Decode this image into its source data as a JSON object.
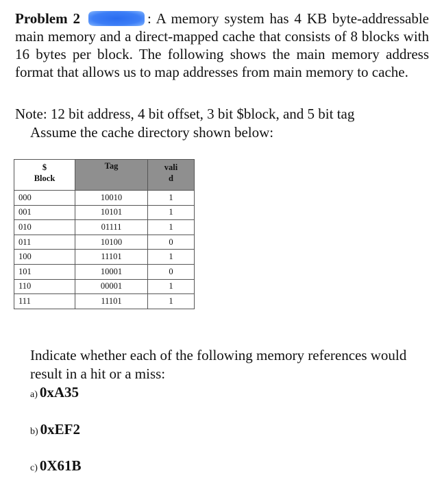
{
  "problem": {
    "label": "Problem 2",
    "text": ": A memory system has 4 KB byte-addressable main memory and a direct-mapped cache that consists of 8 blocks with 16 bytes per block. The following shows the main memory address format that allows us to map addresses from main memory to cache."
  },
  "note": "Note:  12 bit address, 4 bit offset, 3 bit $block, and 5 bit tag",
  "assume": "Assume the cache directory shown below:",
  "table": {
    "headers": {
      "block_line1": "$",
      "block_line2": "Block",
      "tag": "Tag",
      "valid_line1": "vali",
      "valid_line2": "d"
    },
    "rows": [
      {
        "block": "000",
        "tag": "10010",
        "valid": "1"
      },
      {
        "block": "001",
        "tag": "10101",
        "valid": "1"
      },
      {
        "block": "010",
        "tag": "01111",
        "valid": "1"
      },
      {
        "block": "011",
        "tag": "10100",
        "valid": "0"
      },
      {
        "block": "100",
        "tag": "11101",
        "valid": "1"
      },
      {
        "block": "101",
        "tag": "10001",
        "valid": "0"
      },
      {
        "block": "110",
        "tag": "00001",
        "valid": "1"
      },
      {
        "block": "111",
        "tag": "11101",
        "valid": "1"
      }
    ]
  },
  "indicate": "Indicate whether each of the following memory references would result in a hit or a miss:",
  "references": [
    {
      "label": "a)",
      "value": "0xA35"
    },
    {
      "label": "b)",
      "value": "0xEF2"
    },
    {
      "label": "c)",
      "value": "0X61B"
    }
  ]
}
